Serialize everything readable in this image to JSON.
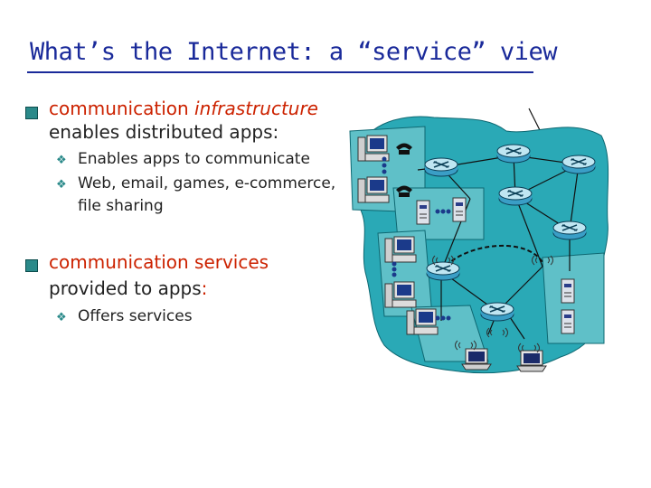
{
  "title": "What’s the Internet: a “service” view",
  "bullets": [
    {
      "line1_red": "communication ",
      "line1_italic": "infrastructure",
      "line2": "enables distributed apps:",
      "sub": [
        "Enables apps to communicate",
        "Web, email, games, e-commerce,",
        "file sharing"
      ]
    },
    {
      "line1_red": "communication services",
      "line2_dark": "provided to apps",
      "line2_colon": ":",
      "sub": [
        "Offers services"
      ]
    }
  ],
  "colors": {
    "title": "#1a2a9a",
    "highlight": "#cc2200",
    "bullet_box": "#2b8a8a",
    "network_cloud": "#2aa9b6"
  },
  "icons": [
    "checkbox-bullet-icon",
    "diamond-bullet-icon",
    "router-icon",
    "pc-icon",
    "laptop-icon",
    "phone-icon",
    "server-icon"
  ]
}
